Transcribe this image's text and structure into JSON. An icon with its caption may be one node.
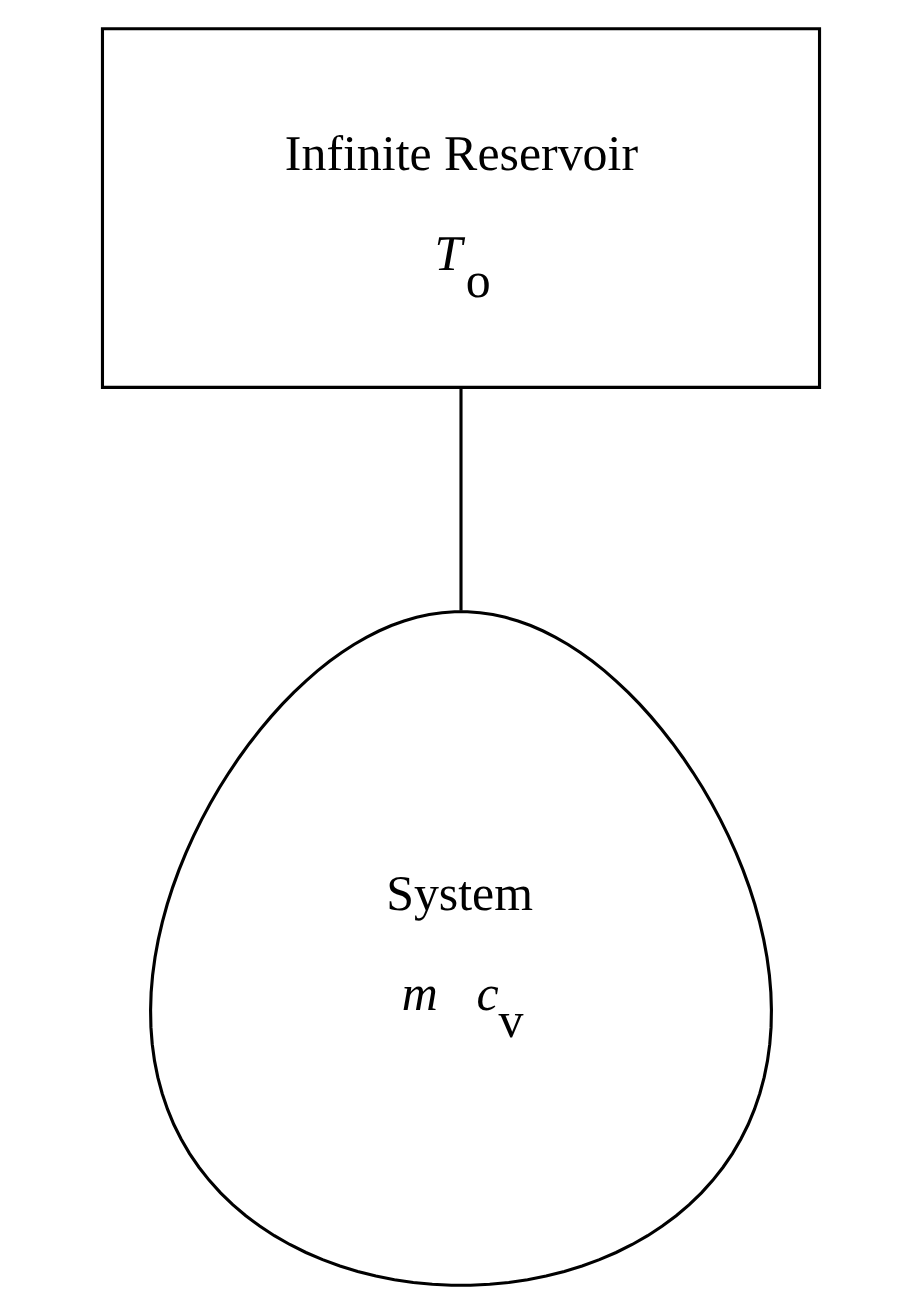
{
  "diagram": {
    "nodes": [
      {
        "text": [
          "Infinite Reservoir",
          "*T*$_{o}$"
        ]
      },
      {
        "text": [
          "System",
          "*m*   *c*$_{v}$"
        ]
      }
    ],
    "edges": [
      {
        "from": 0,
        "to": 1,
        "arrow": "none"
      }
    ]
  }
}
